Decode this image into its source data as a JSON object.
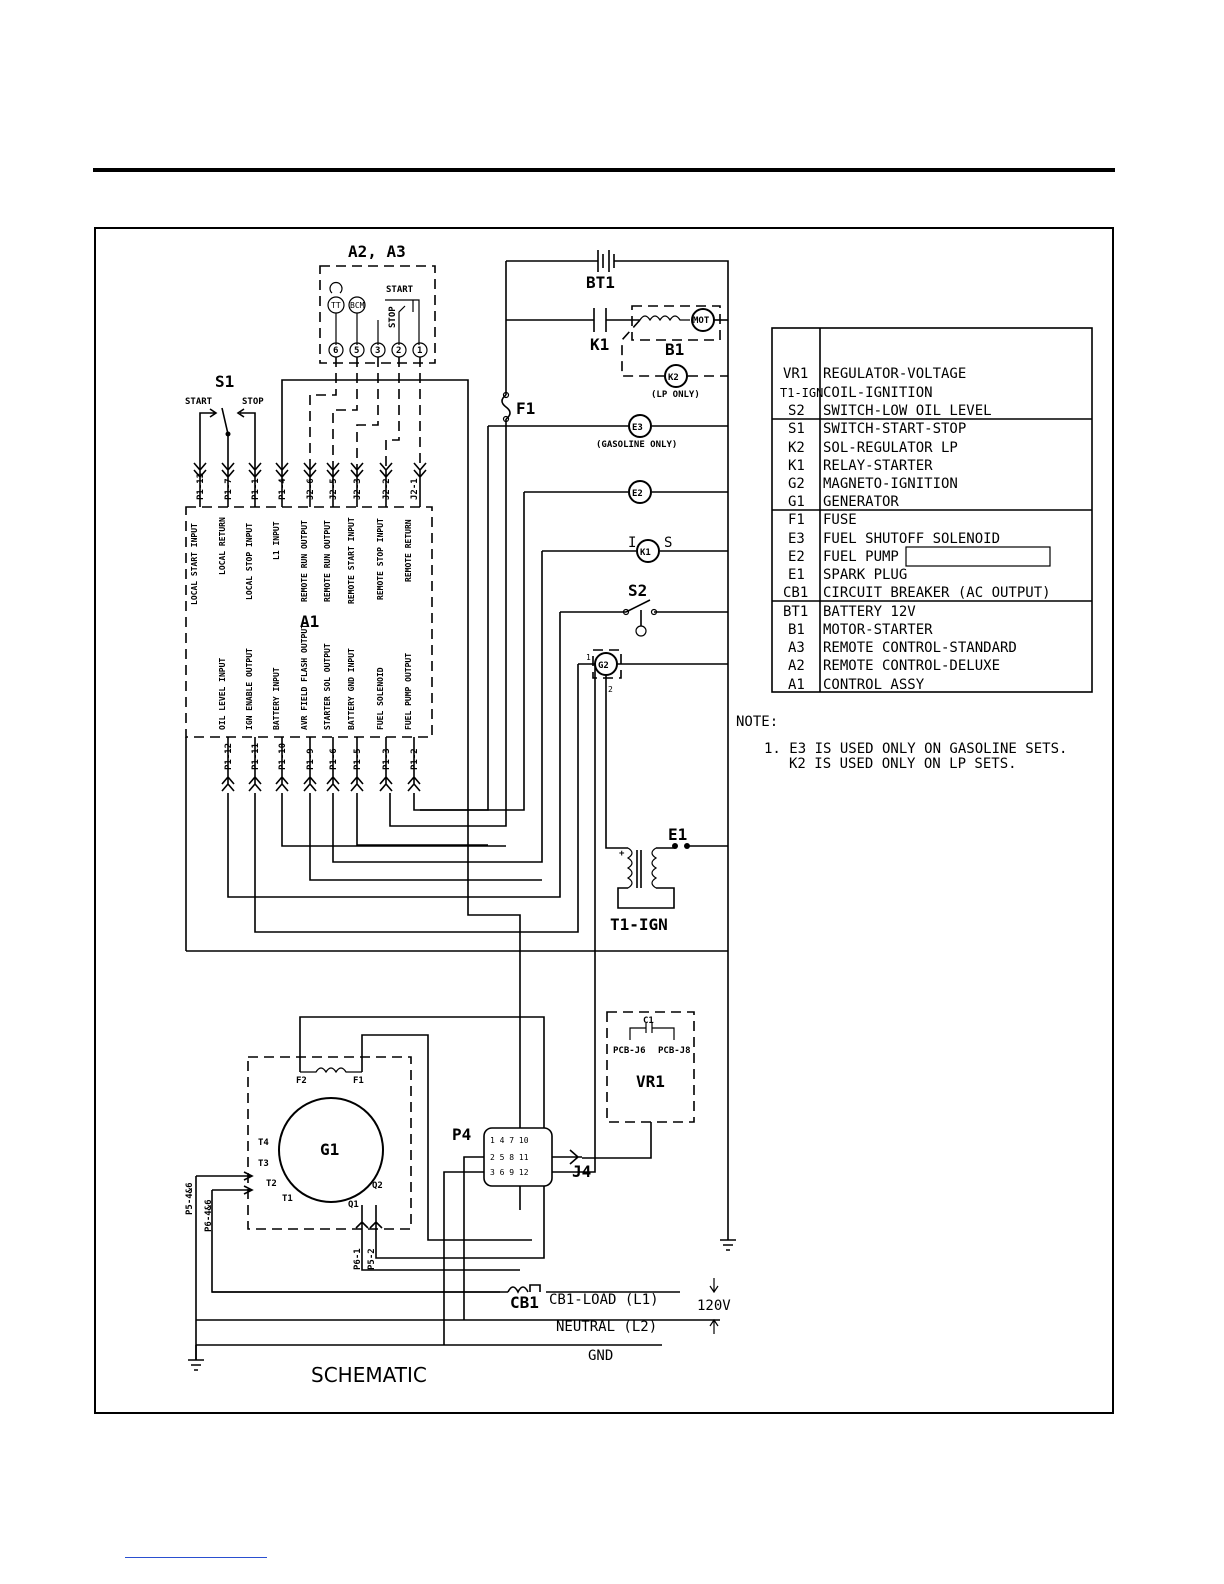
{
  "schematic_title": "SCHEMATIC",
  "components": {
    "a2_a3": "A2, A3",
    "a2_a3_start": "START",
    "a2_a3_stop": "STOP",
    "a2_a3_tt": "TT",
    "a2_a3_bcm": "BCM",
    "a2_a3_terminals": [
      "6",
      "5",
      "3",
      "2",
      "1"
    ],
    "s1": "S1",
    "s1_start": "START",
    "s1_stop": "STOP",
    "a1": "A1",
    "bt1": "BT1",
    "k1": "K1",
    "b1": "B1",
    "mot": "MOT",
    "k2": "K2",
    "k2_note": "(LP ONLY)",
    "f1": "F1",
    "e3": "E3",
    "e3_note": "(GASOLINE ONLY)",
    "e2": "E2",
    "k1_coil": "K1",
    "k1_i": "I",
    "k1_s": "S",
    "s2": "S2",
    "g2": "G2",
    "g2_1": "1",
    "g2_2": "2",
    "e1": "E1",
    "t1_ign": "T1-IGN",
    "c1": "C1",
    "pcb_j6": "PCB-J6",
    "pcb_j8": "PCB-J8",
    "vr1": "VR1",
    "g1": "G1",
    "f2_label": "F2",
    "f1_field": "F1",
    "t4": "T4",
    "t3": "T3",
    "t2": "T2",
    "t1": "T1",
    "q1": "Q1",
    "q2": "Q2",
    "p4": "P4",
    "j4": "J4",
    "p5_456_a": "P5-4&6",
    "p6_456": "P6-4&6",
    "p6_1": "P6-1",
    "p5_2": "P5-2",
    "cb1": "CB1",
    "cb1_load": "CB1-LOAD (L1)",
    "neutral": "NEUTRAL (L2)",
    "gnd": "GND",
    "v120": "120V",
    "p4_row1": "1 4 7 10",
    "p4_row2": "2 5 8 11",
    "p4_row3": "3 6 9 12"
  },
  "a1_top_pins": [
    {
      "pin": "P1-13",
      "func": "LOCAL START INPUT"
    },
    {
      "pin": "P1-7",
      "func": "LOCAL RETURN"
    },
    {
      "pin": "P1-1",
      "func": "LOCAL STOP INPUT"
    },
    {
      "pin": "P1-4",
      "func": "L1 INPUT"
    },
    {
      "pin": "J2-6",
      "func": "REMOTE RUN OUTPUT"
    },
    {
      "pin": "J2-5",
      "func": "REMOTE RUN OUTPUT"
    },
    {
      "pin": "J2-3",
      "func": "REMOTE START INPUT"
    },
    {
      "pin": "J2-2",
      "func": "REMOTE STOP INPUT"
    },
    {
      "pin": "J2-1",
      "func": "REMOTE RETURN"
    }
  ],
  "a1_bottom_pins": [
    {
      "pin": "P1-12",
      "func": "OIL LEVEL INPUT"
    },
    {
      "pin": "P1-11",
      "func": "IGN ENABLE OUTPUT"
    },
    {
      "pin": "P1-10",
      "func": "BATTERY INPUT"
    },
    {
      "pin": "P1-9",
      "func": "AVR FIELD FLASH OUTPUT"
    },
    {
      "pin": "P1-6",
      "func": "STARTER SOL OUTPUT"
    },
    {
      "pin": "P1-5",
      "func": "BATTERY GND INPUT"
    },
    {
      "pin": "P1-3",
      "func": "FUEL SOLENOID"
    },
    {
      "pin": "P1-2",
      "func": "FUEL PUMP OUTPUT"
    }
  ],
  "legend_groups": [
    [
      {
        "code": "VR1",
        "desc": "REGULATOR-VOLTAGE"
      },
      {
        "code": "T1-IGN",
        "desc": "COIL-IGNITION"
      },
      {
        "code": "S2",
        "desc": "SWITCH-LOW OIL LEVEL"
      }
    ],
    [
      {
        "code": "S1",
        "desc": "SWITCH-START-STOP"
      },
      {
        "code": "K2",
        "desc": "SOL-REGULATOR LP"
      },
      {
        "code": "K1",
        "desc": "RELAY-STARTER"
      },
      {
        "code": "G2",
        "desc": "MAGNETO-IGNITION"
      },
      {
        "code": "G1",
        "desc": "GENERATOR"
      }
    ],
    [
      {
        "code": "F1",
        "desc": "FUSE"
      },
      {
        "code": "E3",
        "desc": "FUEL SHUTOFF SOLENOID"
      },
      {
        "code": "E2",
        "desc": "FUEL PUMP"
      },
      {
        "code": "E1",
        "desc": "SPARK PLUG"
      },
      {
        "code": "CB1",
        "desc": "CIRCUIT BREAKER (AC OUTPUT)"
      }
    ],
    [
      {
        "code": "BT1",
        "desc": "BATTERY 12V"
      },
      {
        "code": "B1",
        "desc": "MOTOR-STARTER"
      },
      {
        "code": "A3",
        "desc": "REMOTE CONTROL-STANDARD"
      },
      {
        "code": "A2",
        "desc": "REMOTE CONTROL-DELUXE"
      },
      {
        "code": "A1",
        "desc": "CONTROL ASSY"
      }
    ]
  ],
  "notes": {
    "heading": "NOTE:",
    "line1": "1. E3 IS USED ONLY ON GASOLINE SETS.",
    "line2": "K2 IS USED ONLY ON LP SETS."
  }
}
